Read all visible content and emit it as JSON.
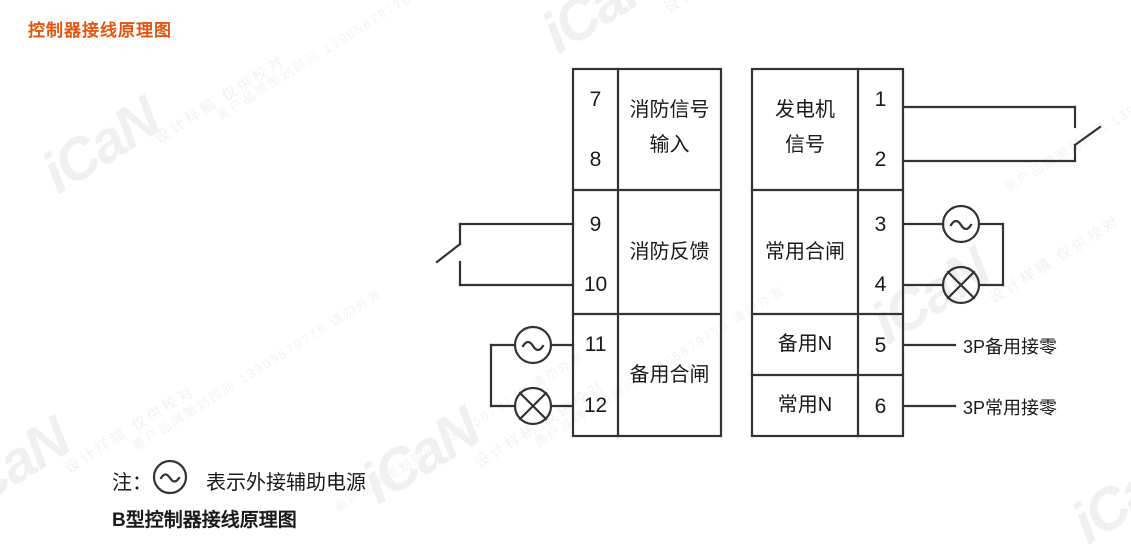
{
  "title": "控制器接线原理图",
  "colors": {
    "title_orange": "#e4550f",
    "line_black": "#333333",
    "text_black": "#1a1a1a",
    "watermark_gray": "#f1f1f1",
    "background": "#ffffff"
  },
  "watermark": {
    "logo": "iCaN",
    "line1": "设计样稿 仅供校对",
    "line2": "奥户品牌策划顾问 13905879778 请勿外发"
  },
  "table": {
    "left_group": {
      "rows": [
        {
          "terminals": [
            "7",
            "8"
          ],
          "label": "消防信号\n输入",
          "label_line1": "消防信号",
          "label_line2": "输入"
        },
        {
          "terminals": [
            "9",
            "10"
          ],
          "label": "消防反馈",
          "label_line1": "消防反馈",
          "label_line2": ""
        },
        {
          "terminals": [
            "11",
            "12"
          ],
          "label": "备用合闸",
          "label_line1": "备用合闸",
          "label_line2": ""
        }
      ]
    },
    "right_group": {
      "rows": [
        {
          "terminals": [
            "1",
            "2"
          ],
          "label": "发电机\n信号",
          "label_line1": "发电机",
          "label_line2": "信号"
        },
        {
          "terminals": [
            "3",
            "4"
          ],
          "label": "常用合闸",
          "label_line1": "常用合闸",
          "label_line2": ""
        },
        {
          "terminals": [
            "5"
          ],
          "label": "备用N",
          "label_line1": "备用N",
          "label_line2": ""
        },
        {
          "terminals": [
            "6"
          ],
          "label": "常用N",
          "label_line1": "常用N",
          "label_line2": ""
        }
      ]
    }
  },
  "external_labels": {
    "terminal5": "3P备用接零",
    "terminal6": "3P常用接零"
  },
  "wiring_symbols": {
    "ac_source": "~",
    "lamp": "⊗",
    "switch": "switch-contact"
  },
  "footnote": {
    "prefix": "注：",
    "symbol": "~",
    "suffix": "表示外接辅助电源",
    "line2": "B型控制器接线原理图"
  }
}
